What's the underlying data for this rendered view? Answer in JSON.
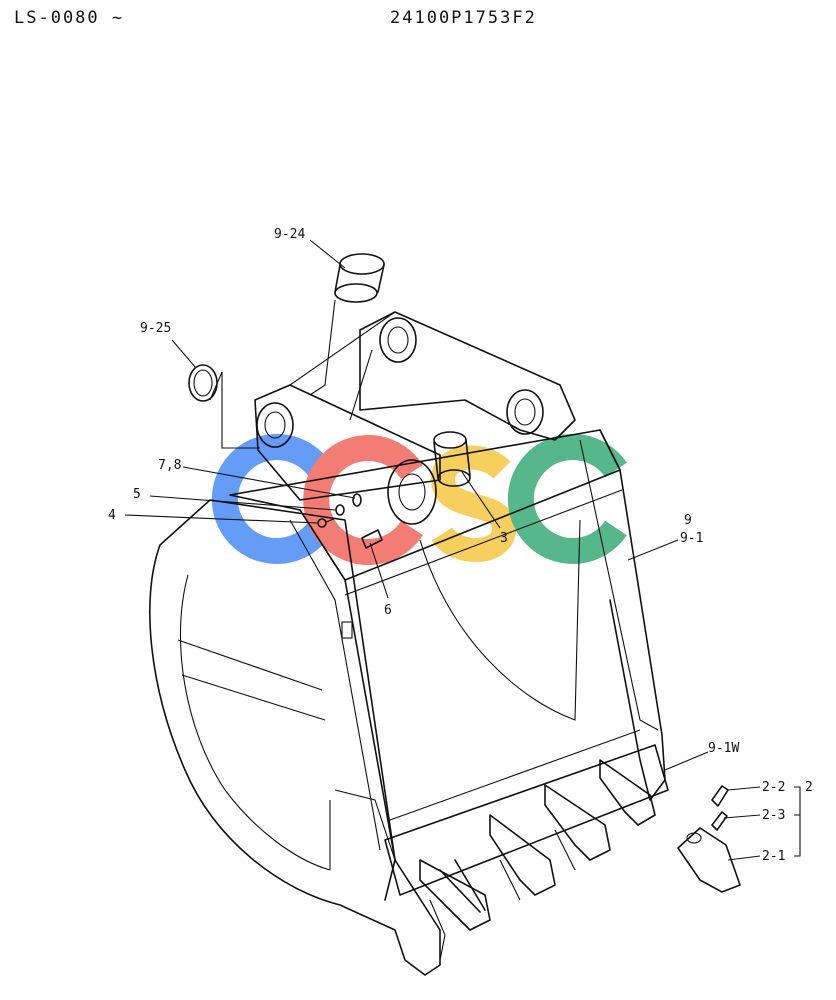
{
  "header": {
    "left_code": "LS-0080 ~",
    "part_number": "24100P1753F2"
  },
  "watermark": {
    "letters": [
      "C",
      "C",
      "S",
      "C"
    ],
    "colors": [
      "#4f8ff7",
      "#f26b63",
      "#f7c948",
      "#3fae7a"
    ]
  },
  "callouts": {
    "c9_24": "9-24",
    "c9_25": "9-25",
    "c7_8": "7,8",
    "c5": "5",
    "c4": "4",
    "c3": "3",
    "c6": "6",
    "c9": "9",
    "c9_1": "9-1",
    "c9_1w": "9-1W",
    "c2_2": "2-2",
    "c2_3": "2-3",
    "c2_1": "2-1",
    "c2": "2"
  }
}
